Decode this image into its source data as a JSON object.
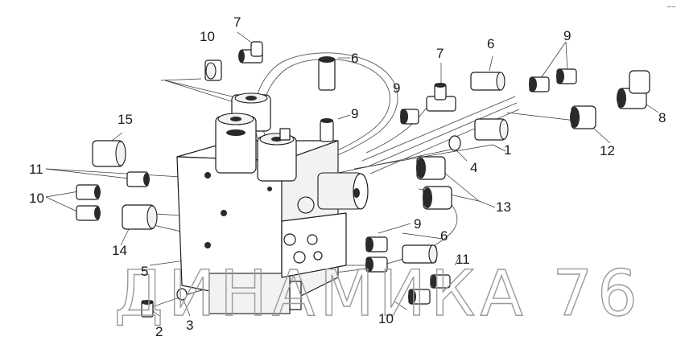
{
  "corner_mark": "~~",
  "watermark": "ДИНАМИКА 76",
  "callouts": [
    {
      "id": "c1",
      "text": "1"
    },
    {
      "id": "c2",
      "text": "2"
    },
    {
      "id": "c3",
      "text": "3"
    },
    {
      "id": "c4",
      "text": "4"
    },
    {
      "id": "c5",
      "text": "5"
    },
    {
      "id": "c6a",
      "text": "6"
    },
    {
      "id": "c6b",
      "text": "6"
    },
    {
      "id": "c6c",
      "text": "6"
    },
    {
      "id": "c7a",
      "text": "7"
    },
    {
      "id": "c7b",
      "text": "7"
    },
    {
      "id": "c8",
      "text": "8"
    },
    {
      "id": "c9a",
      "text": "9"
    },
    {
      "id": "c9b",
      "text": "9"
    },
    {
      "id": "c9c",
      "text": "9"
    },
    {
      "id": "c9d",
      "text": "9"
    },
    {
      "id": "c10a",
      "text": "10"
    },
    {
      "id": "c10b",
      "text": "10"
    },
    {
      "id": "c10c",
      "text": "10"
    },
    {
      "id": "c11a",
      "text": "11"
    },
    {
      "id": "c11b",
      "text": "11"
    },
    {
      "id": "c12",
      "text": "12"
    },
    {
      "id": "c13",
      "text": "13"
    },
    {
      "id": "c14",
      "text": "14"
    },
    {
      "id": "c15",
      "text": "15"
    }
  ]
}
